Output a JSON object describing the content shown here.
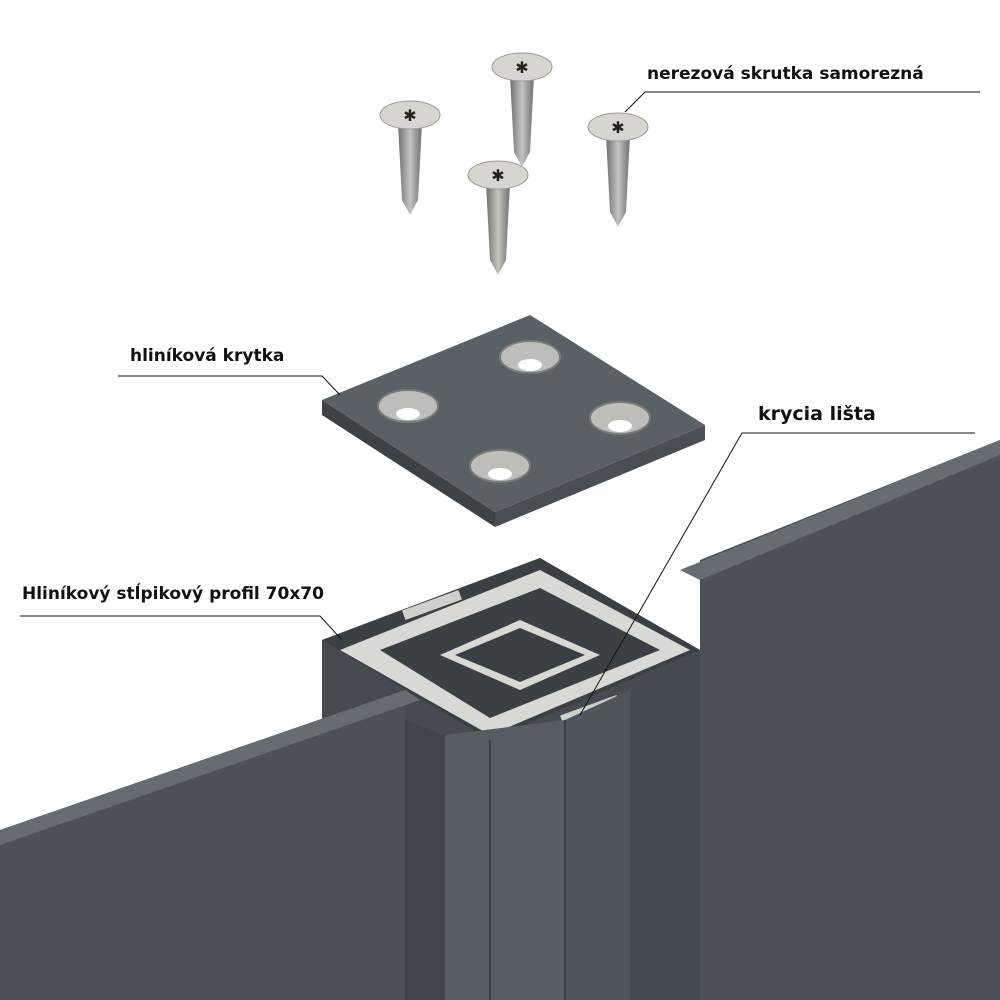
{
  "labels": {
    "screw": "nerezová skrutka samorezná",
    "cap": "hliníková krytka",
    "cover_strip": "krycia lišta",
    "post_profile": "Hliníkový stĺpikový profil 70x70"
  },
  "colors": {
    "panel_front": "#4b5157",
    "panel_top": "#636a70",
    "aluminium": "#d8d8d4",
    "screw": "#a9a9a6"
  }
}
